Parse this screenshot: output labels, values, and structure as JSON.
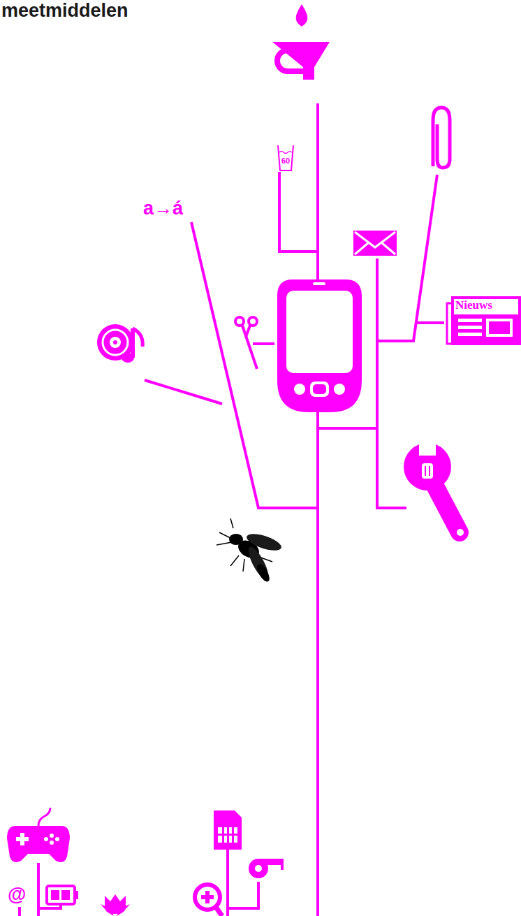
{
  "diagram": {
    "title": "meetmiddelen",
    "nodes": [
      {
        "text": [
          "60"
        ]
      },
      {
        "text": [
          "Nieuws"
        ]
      }
    ],
    "labels": [
      "a→á",
      "@"
    ]
  }
}
